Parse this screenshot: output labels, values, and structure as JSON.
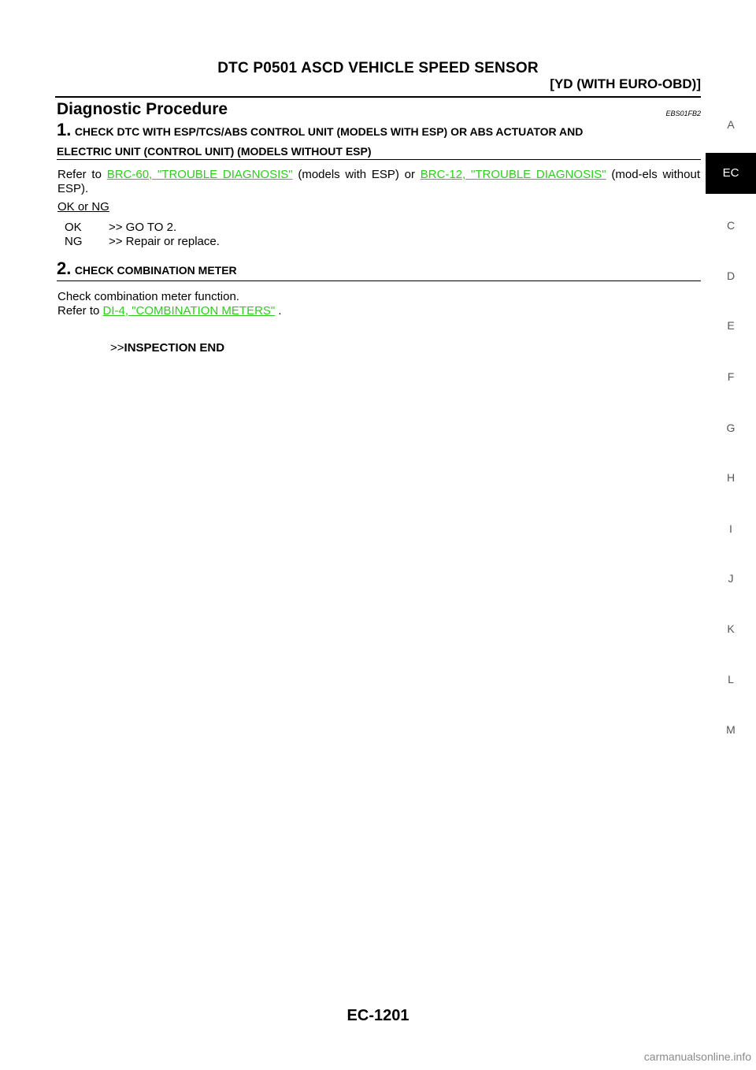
{
  "header": {
    "title": "DTC P0501 ASCD VEHICLE SPEED SENSOR",
    "subtitle": "[YD (WITH EURO-OBD)]"
  },
  "section": {
    "heading": "Diagnostic Procedure",
    "code": "EBS01FB2"
  },
  "step1": {
    "number": "1.",
    "title_line1": "CHECK DTC WITH ESP/TCS/ABS CONTROL UNIT (MODELS WITH ESP) OR ABS ACTUATOR AND",
    "title_line2": "ELECTRIC UNIT (CONTROL UNIT) (MODELS WITHOUT ESP)",
    "body_prefix": "Refer to ",
    "link1": "BRC-60, \"TROUBLE DIAGNOSIS\"",
    "body_mid": " (models with ESP) or ",
    "link2": "BRC-12, \"TROUBLE DIAGNOSIS\"",
    "body_suffix": " (mod-els without ESP).",
    "ok_ng_label": "OK or NG",
    "results": [
      {
        "key": "OK",
        "action": ">> GO TO 2."
      },
      {
        "key": "NG",
        "action": ">> Repair or replace."
      }
    ]
  },
  "step2": {
    "number": "2.",
    "title": "CHECK COMBINATION METER",
    "line1": "Check combination meter function.",
    "line2_prefix": "Refer to ",
    "link": "DI-4, \"COMBINATION METERS\"",
    "line2_suffix": " .",
    "end_marker": ">>",
    "end_text": "INSPECTION END"
  },
  "side_tabs": [
    "A",
    "EC",
    "C",
    "D",
    "E",
    "F",
    "G",
    "H",
    "I",
    "J",
    "K",
    "L",
    "M"
  ],
  "side_tab_active": "EC",
  "footer": {
    "page_number": "EC-1201",
    "watermark": "carmanualsonline.info"
  },
  "colors": {
    "link": "#2ecc1e",
    "active_tab_bg": "#000000"
  }
}
